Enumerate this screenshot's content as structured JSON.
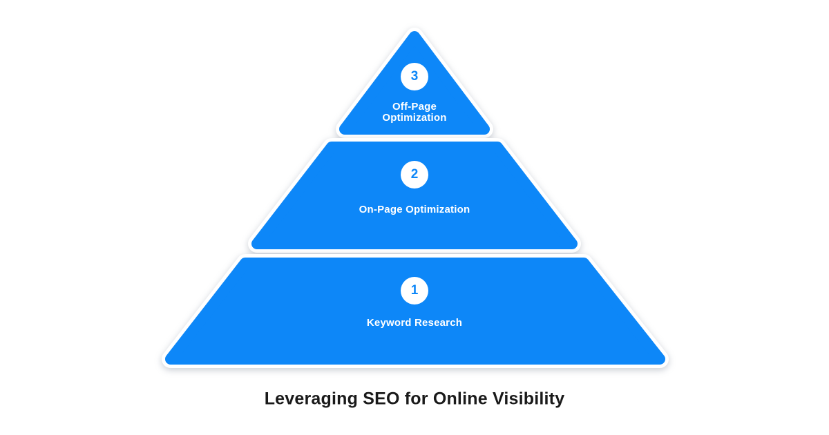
{
  "diagram": {
    "type": "pyramid",
    "title": "Leveraging SEO for Online Visibility",
    "levels": [
      {
        "number": "1",
        "label": "Keyword Research"
      },
      {
        "number": "2",
        "label": "On-Page Optimization"
      },
      {
        "number": "3",
        "label": "Off-Page Optimization"
      }
    ],
    "colors": {
      "level_fill": "#0d87f8",
      "level_outline": "#ffffff",
      "badge_background": "#ffffff",
      "badge_number_text": "#0d87f8",
      "label_text": "#ffffff",
      "title_text": "#1a1a1a",
      "background": "#ffffff"
    }
  }
}
